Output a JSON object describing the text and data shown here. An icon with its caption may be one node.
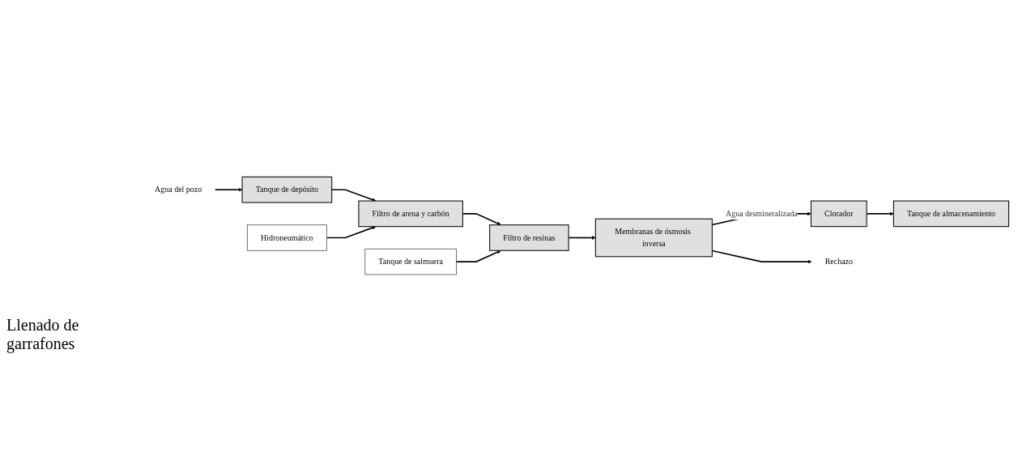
{
  "diagram": {
    "nodes": [
      {
        "text": [
          "Agua del pozo"
        ]
      },
      {
        "text": [
          "Tanque de depósito"
        ]
      },
      {
        "text": [
          "Filtro de arena y carbón"
        ]
      },
      {
        "text": [
          "Filtro de resinas"
        ]
      },
      {
        "text": [
          "Hidroneumático"
        ]
      },
      {
        "text": [
          "Tanque de salmuera"
        ]
      },
      {
        "text": [
          "Membranas de ósmosis inversa"
        ]
      },
      {
        "text": [
          "Clorador"
        ]
      },
      {
        "text": [
          "Tanque de almacenamiento"
        ]
      },
      {
        "text": [
          "Rechazo"
        ]
      }
    ],
    "edges": [
      {
        "from": 0,
        "to": 1,
        "arrow": "to"
      },
      {
        "from": 1,
        "to": 2,
        "arrow": "to"
      },
      {
        "from": 4,
        "to": 2,
        "arrow": "to"
      },
      {
        "from": 2,
        "to": 3,
        "arrow": "to"
      },
      {
        "from": 5,
        "to": 3,
        "arrow": "to"
      },
      {
        "from": 3,
        "to": 6,
        "arrow": "to"
      },
      {
        "from": 6,
        "to": 7,
        "label": "Agua desmineralizada",
        "arrow": "to"
      },
      {
        "from": 7,
        "to": 8,
        "arrow": "to"
      },
      {
        "from": 6,
        "to": 9,
        "arrow": "to"
      }
    ],
    "labels": [
      "Llenado de garrafones"
    ]
  }
}
